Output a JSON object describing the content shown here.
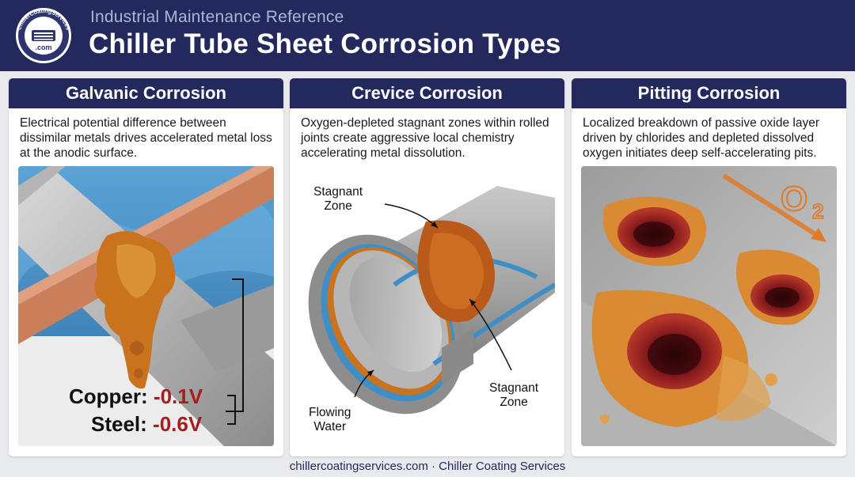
{
  "header": {
    "logo_text": "ChillerCoatingServices",
    "logo_sub": ".com",
    "subtitle": "Industrial Maintenance Reference",
    "title": "Chiller Tube Sheet Corrosion Types"
  },
  "panels": [
    {
      "title": "Galvanic Corrosion",
      "description": "Electrical potential difference between dissimilar metals drives accelerated metal loss at the anodic surface.",
      "labels": {
        "copper_name": "Copper:",
        "copper_value": "-0.1V",
        "steel_name": "Steel:",
        "steel_value": "-0.6V"
      }
    },
    {
      "title": "Crevice Corrosion",
      "description": "Oxygen-depleted stagnant zones within rolled joints create aggressive local chemistry accelerating metal dissolution.",
      "labels": {
        "stagnant_top_1": "Stagnant",
        "stagnant_top_2": "Zone",
        "stagnant_right_1": "Stagnant",
        "stagnant_right_2": "Zone",
        "flowing_1": "Flowing",
        "flowing_2": "Water"
      }
    },
    {
      "title": "Pitting Corrosion",
      "description": "Localized breakdown of passive oxide layer driven by chlorides and depleted dissolved oxygen initiates deep self-accelerating pits.",
      "labels": {
        "oxygen_symbol": "O",
        "oxygen_subscript": "2"
      }
    }
  ],
  "footer": {
    "text": "chillercoatingservices.com · Chiller Coating Services"
  },
  "colors": {
    "navy": "#24295d",
    "voltage_red": "#a51d1d",
    "rust": "#c9731f",
    "water_blue": "#3f8fc6"
  }
}
